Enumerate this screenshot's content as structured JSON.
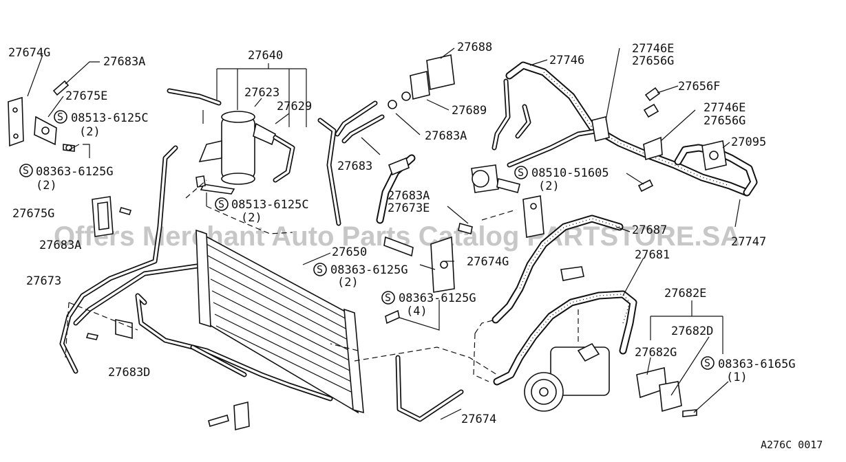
{
  "watermark": "Offers Merchant Auto Parts Catalog PARTSTORE.SA",
  "reference_code": "A276C 0017",
  "labels": {
    "p27674G_a": "27674G",
    "p27683A_a": "27683A",
    "p27675E": "27675E",
    "p08513_a": "08513-6125C",
    "p08513_a_qty": "(2)",
    "p08363_a": "08363-6125G",
    "p08363_a_qty": "(2)",
    "p27675G": "27675G",
    "p27683A_b": "27683A",
    "p27673": "27673",
    "p27683D": "27683D",
    "p27640": "27640",
    "p27623": "27623",
    "p27629": "27629",
    "p08513_b": "08513-6125C",
    "p08513_b_qty": "(2)",
    "p27650": "27650",
    "p27688": "27688",
    "p27689": "27689",
    "p27683A_c": "27683A",
    "p27683": "27683",
    "p27683A_d": "27683A",
    "p27673E": "27673E",
    "p08363_b": "08363-6125G",
    "p08363_b_qty": "(2)",
    "p27674G_b": "27674G",
    "p08363_c": "08363-6125G",
    "p08363_c_qty": "(4)",
    "p27674": "27674",
    "p27746": "27746",
    "p27746E_a": "27746E",
    "p27656G_a": "27656G",
    "p27656F": "27656F",
    "p27746E_b": "27746E",
    "p27656G_b": "27656G",
    "p27095": "27095",
    "p08510": "08510-51605",
    "p08510_qty": "(2)",
    "p27687": "27687",
    "p27747": "27747",
    "p27681": "27681",
    "p27682E": "27682E",
    "p27682D": "27682D",
    "p27682G": "27682G",
    "p08363_d": "08363-6165G",
    "p08363_d_qty": "(1)"
  },
  "symbols": {
    "s_mark": "S"
  }
}
